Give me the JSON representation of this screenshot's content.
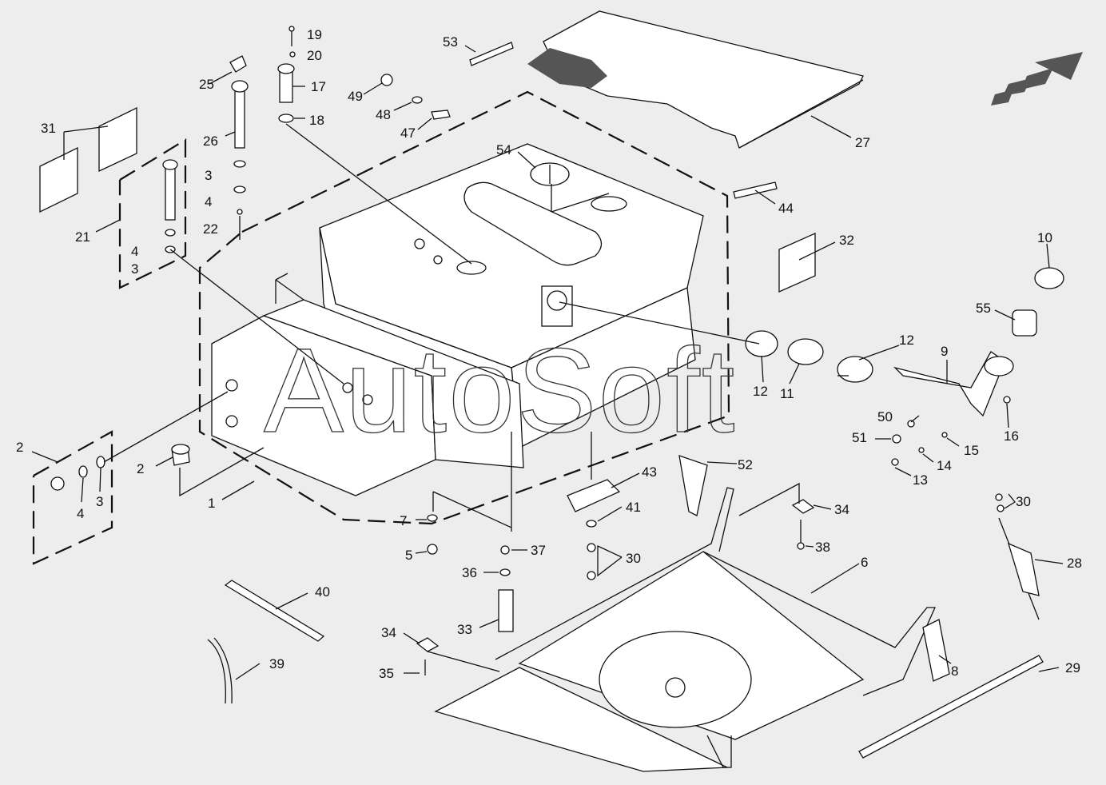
{
  "watermark": "AutoSoft",
  "callouts": [
    "1",
    "2",
    "2",
    "3",
    "3",
    "3",
    "4",
    "4",
    "4",
    "5",
    "6",
    "7",
    "8",
    "9",
    "10",
    "11",
    "12",
    "12",
    "13",
    "14",
    "15",
    "16",
    "17",
    "18",
    "19",
    "20",
    "21",
    "22",
    "25",
    "26",
    "27",
    "28",
    "29",
    "30",
    "30",
    "30",
    "31",
    "32",
    "33",
    "34",
    "34",
    "35",
    "36",
    "37",
    "38",
    "39",
    "40",
    "41",
    "43",
    "44",
    "47",
    "48",
    "49",
    "50",
    "51",
    "52",
    "53",
    "54",
    "55"
  ],
  "colors": {
    "background": "#ededed",
    "line": "#111111",
    "part_fill": "#ffffff"
  }
}
